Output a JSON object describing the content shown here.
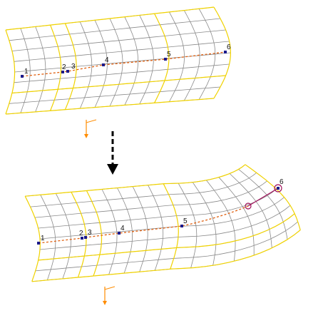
{
  "colors": {
    "edge": "#f0d200",
    "wire": "#8a8a8a",
    "path": "#e06010",
    "point": "#1a1a8c",
    "marker": "#a0105a",
    "arrow": "#000000",
    "axis": "#ff8c00",
    "background": "#ffffff"
  },
  "top_view": {
    "points": [
      {
        "label": "1"
      },
      {
        "label": "2"
      },
      {
        "label": "3"
      },
      {
        "label": "4"
      },
      {
        "label": "5"
      },
      {
        "label": "6"
      }
    ]
  },
  "transition": {
    "icon": "arrow-down-dashed-icon"
  },
  "bottom_view": {
    "points": [
      {
        "label": "1"
      },
      {
        "label": "2"
      },
      {
        "label": "3"
      },
      {
        "label": "4"
      },
      {
        "label": "5"
      },
      {
        "label": "6"
      }
    ]
  }
}
